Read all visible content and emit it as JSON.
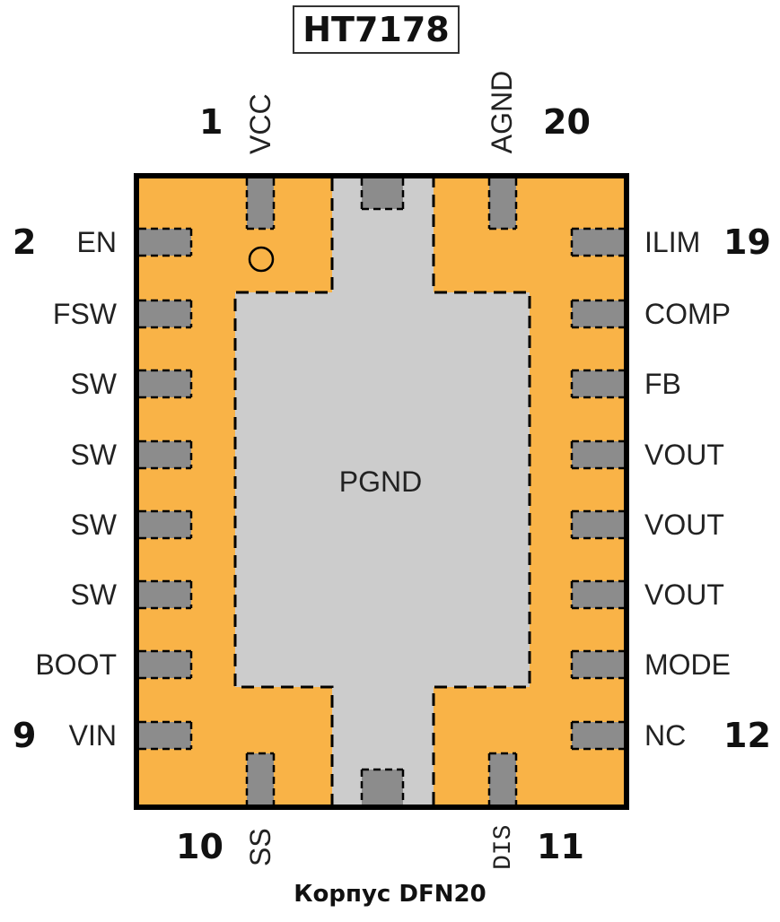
{
  "title": "HT7178",
  "caption": "Корпус DFN20",
  "center_pad_label": "PGND",
  "colors": {
    "body": "#F9B347",
    "thermal_pad": "#CCCCCC",
    "pin": "#8C8C8C",
    "outline": "#000000"
  },
  "pins_left": [
    {
      "label": "EN",
      "number": "2"
    },
    {
      "label": "FSW",
      "number": ""
    },
    {
      "label": "SW",
      "number": ""
    },
    {
      "label": "SW",
      "number": ""
    },
    {
      "label": "SW",
      "number": ""
    },
    {
      "label": "SW",
      "number": ""
    },
    {
      "label": "BOOT",
      "number": ""
    },
    {
      "label": "VIN",
      "number": "9"
    }
  ],
  "pins_right": [
    {
      "label": "ILIM",
      "number": "19"
    },
    {
      "label": "COMP",
      "number": ""
    },
    {
      "label": "FB",
      "number": ""
    },
    {
      "label": "VOUT",
      "number": ""
    },
    {
      "label": "VOUT",
      "number": ""
    },
    {
      "label": "VOUT",
      "number": ""
    },
    {
      "label": "MODE",
      "number": ""
    },
    {
      "label": "NC",
      "number": "12"
    }
  ],
  "pins_top": [
    {
      "label": "VCC",
      "number": "1"
    },
    {
      "label": "AGND",
      "number": "20"
    }
  ],
  "pins_bottom": [
    {
      "label": "SS",
      "number": "10"
    },
    {
      "label": "DIS",
      "number": "11"
    }
  ]
}
